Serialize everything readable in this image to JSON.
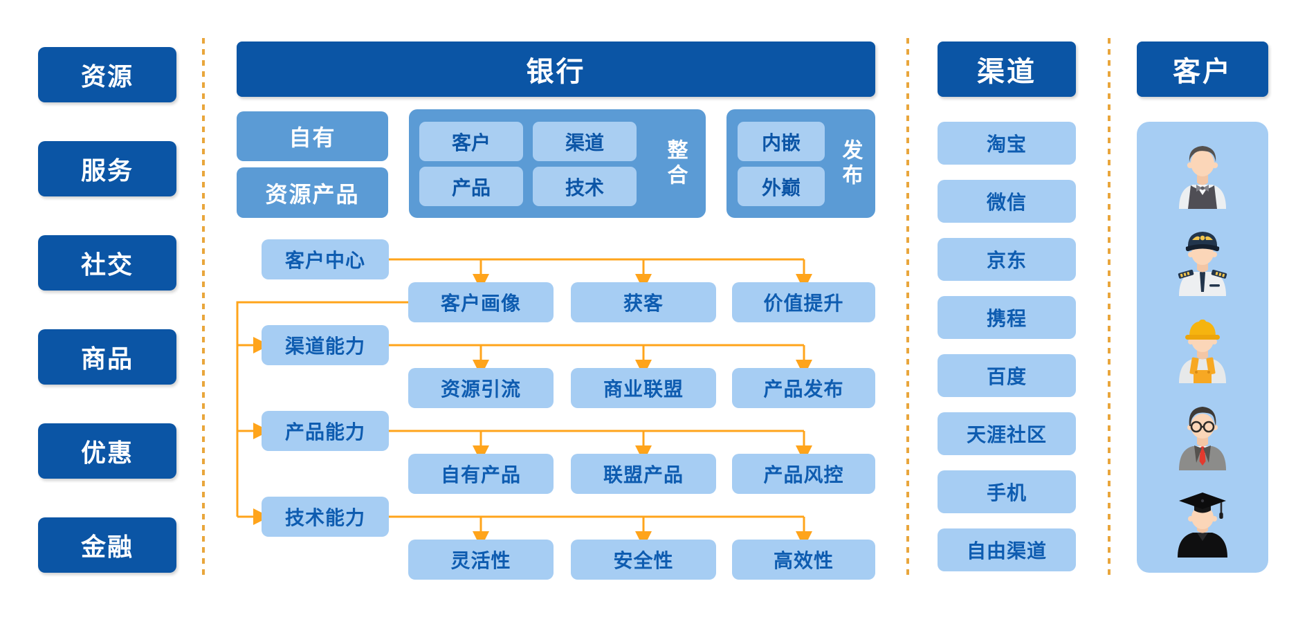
{
  "resources": {
    "items": [
      "资源",
      "服务",
      "社交",
      "商品",
      "优惠",
      "金融"
    ]
  },
  "bank": {
    "title": "银行",
    "own": {
      "box1": "自有",
      "box2": "资源产品"
    },
    "integration": {
      "label": "整合",
      "items": [
        "客户",
        "渠道",
        "产品",
        "技术"
      ]
    },
    "release": {
      "label": "发布",
      "items": [
        "内嵌",
        "外巅"
      ]
    },
    "rows": [
      {
        "header": "客户中心",
        "cells": [
          "客户画像",
          "获客",
          "价值提升"
        ]
      },
      {
        "header": "渠道能力",
        "cells": [
          "资源引流",
          "商业联盟",
          "产品发布"
        ]
      },
      {
        "header": "产品能力",
        "cells": [
          "自有产品",
          "联盟产品",
          "产品风控"
        ]
      },
      {
        "header": "技术能力",
        "cells": [
          "灵活性",
          "安全性",
          "高效性"
        ]
      }
    ]
  },
  "channels": {
    "title": "渠道",
    "items": [
      "淘宝",
      "微信",
      "京东",
      "携程",
      "百度",
      "天涯社区",
      "手机",
      "自由渠道"
    ]
  },
  "customers": {
    "title": "客户",
    "avatars": [
      "waiter",
      "pilot",
      "construction-worker",
      "businessman",
      "graduate"
    ]
  },
  "colors": {
    "dark_blue": "#0B55A5",
    "medium_blue": "#5B9BD5",
    "inner_blue": "#A9CEF2",
    "cell_blue": "#A6CDF3",
    "text_blue": "#0E5CB0",
    "connector_orange": "#FFA41B",
    "separator_orange": "#E9A63C"
  }
}
